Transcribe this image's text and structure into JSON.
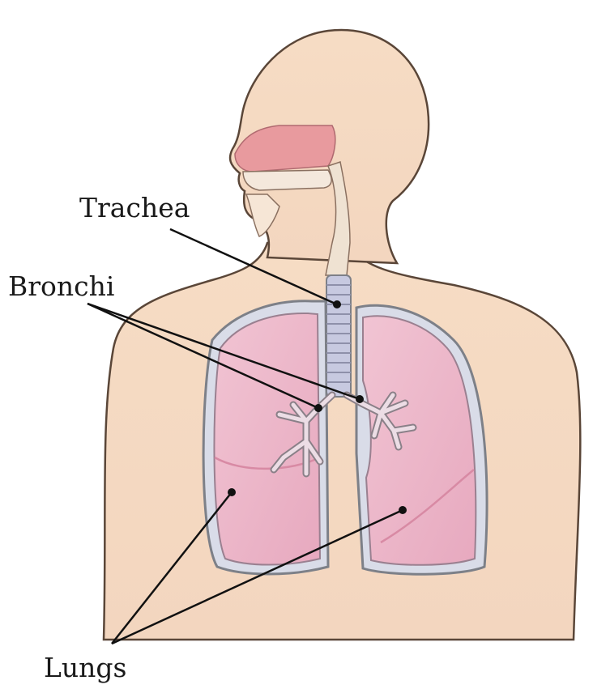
{
  "labels": {
    "trachea": "Trachea",
    "bronchi": "Bronchi",
    "lungs": "Lungs"
  },
  "colors": {
    "skin": "#f6dcc4",
    "skin_outline": "#5a4638",
    "nasal": "#e89a9e",
    "lung_fill": "#ecb6c8",
    "lung_outline": "#8a8c92",
    "pleura": "#d9dce8",
    "trachea": "#c7c9e0",
    "leader_line": "#111111"
  }
}
